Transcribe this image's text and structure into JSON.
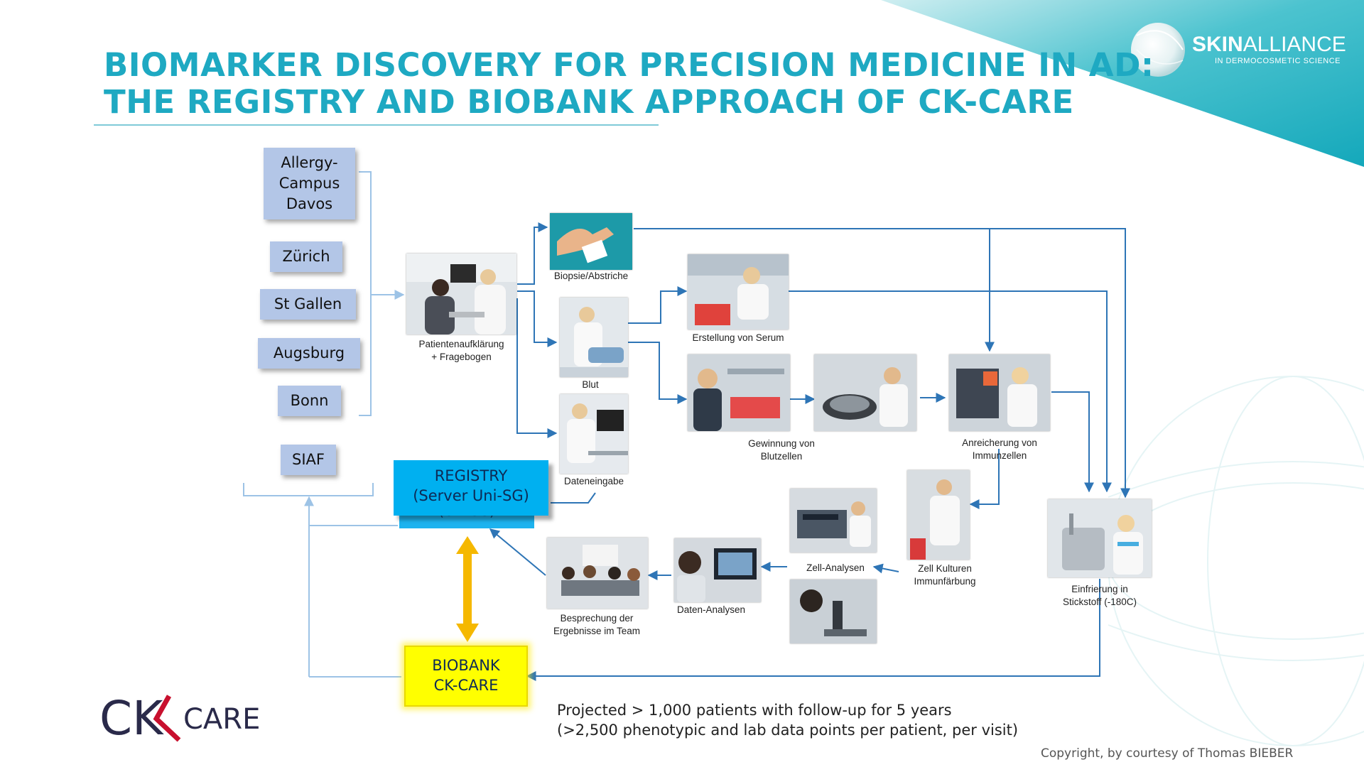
{
  "title": {
    "line1": "BIOMARKER DISCOVERY FOR PRECISION MEDICINE IN AD:",
    "line2": "THE REGISTRY AND BIOBANK APPROACH OF CK-CARE"
  },
  "brand_logo": {
    "name_bold": "SKIN",
    "name_light": "ALLIANCE",
    "tagline": "IN DERMOCOSMETIC SCIENCE"
  },
  "sites": [
    "Allergy-\nCampus\nDavos",
    "Zürich",
    "St Gallen",
    "Augsburg",
    "Bonn",
    "SIAF"
  ],
  "captions": {
    "consultation": "Patientenaufklärung\n+ Fragebogen",
    "biopsy": "Biopsie/Abstriche",
    "blood": "Blut",
    "data_entry": "Dateneingabe",
    "serum": "Erstellung von Serum",
    "blood_cells": "Gewinnung von\nBlutzellen",
    "immune_cells": "Anreicherung von\nImmunzellen",
    "freezing": "Einfrierung in\nStickstoff (-180C)",
    "cell_cultures": "Zell Kulturen\nImmunfärbung",
    "cell_analysis": "Zell-Analysen",
    "data_analysis": "Daten-Analysen",
    "team_meeting": "Besprechung der\nErgebnisse im Team"
  },
  "registry": {
    "label": "REGISTRY\n(Server Uni-SG)",
    "behind_label": "(Uni SG)"
  },
  "biobank": {
    "label": "BIOBANK\nCK-CARE"
  },
  "notes": {
    "line1": "Projected > 1,000 patients with follow-up for 5 years",
    "line2": "(>2,500 phenotypic and lab data points per patient, per visit)"
  },
  "ck_logo": {
    "letters": "CK",
    "word": "CARE"
  },
  "copyright": "Copyright, by courtesy of Thomas BIEBER",
  "colors": {
    "title": "#1ea9c2",
    "site_box": "#b3c6e7",
    "arrow": "#2e75b6",
    "registry": "#00b0f0",
    "biobank": "#ffff00",
    "double_arrow": "#f5b800",
    "teal_corner": "#26b5c4"
  }
}
